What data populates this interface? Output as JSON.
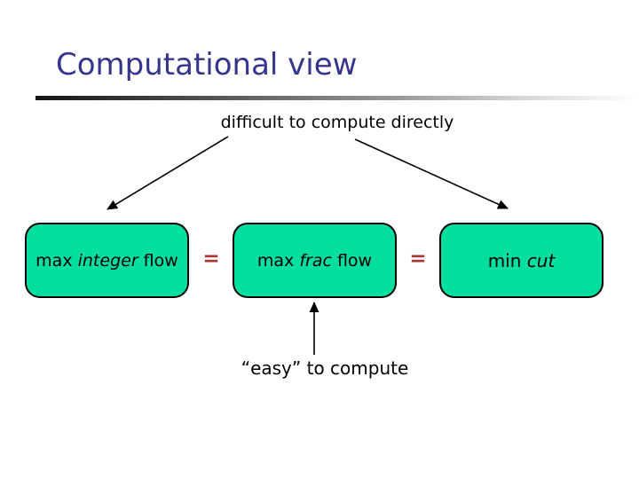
{
  "slide": {
    "title": "Computational view",
    "top_label": "difficult to compute directly",
    "bottom_label": "“easy” to compute",
    "equals": "=",
    "boxes": [
      {
        "prefix": "max ",
        "emph": "integer",
        "suffix": " flow"
      },
      {
        "prefix": "max ",
        "emph": "frac",
        "suffix": " flow"
      },
      {
        "prefix": "min ",
        "emph": "cut",
        "suffix": ""
      }
    ],
    "colors": {
      "title_color": "#35358D",
      "box_fill": "#00DEA0",
      "box_border": "#000000",
      "equals_color": "#AA3333",
      "text_color": "#000000",
      "background": "#FFFFFF",
      "rule_start": "#141414",
      "rule_end": "#FFFFFF"
    }
  }
}
